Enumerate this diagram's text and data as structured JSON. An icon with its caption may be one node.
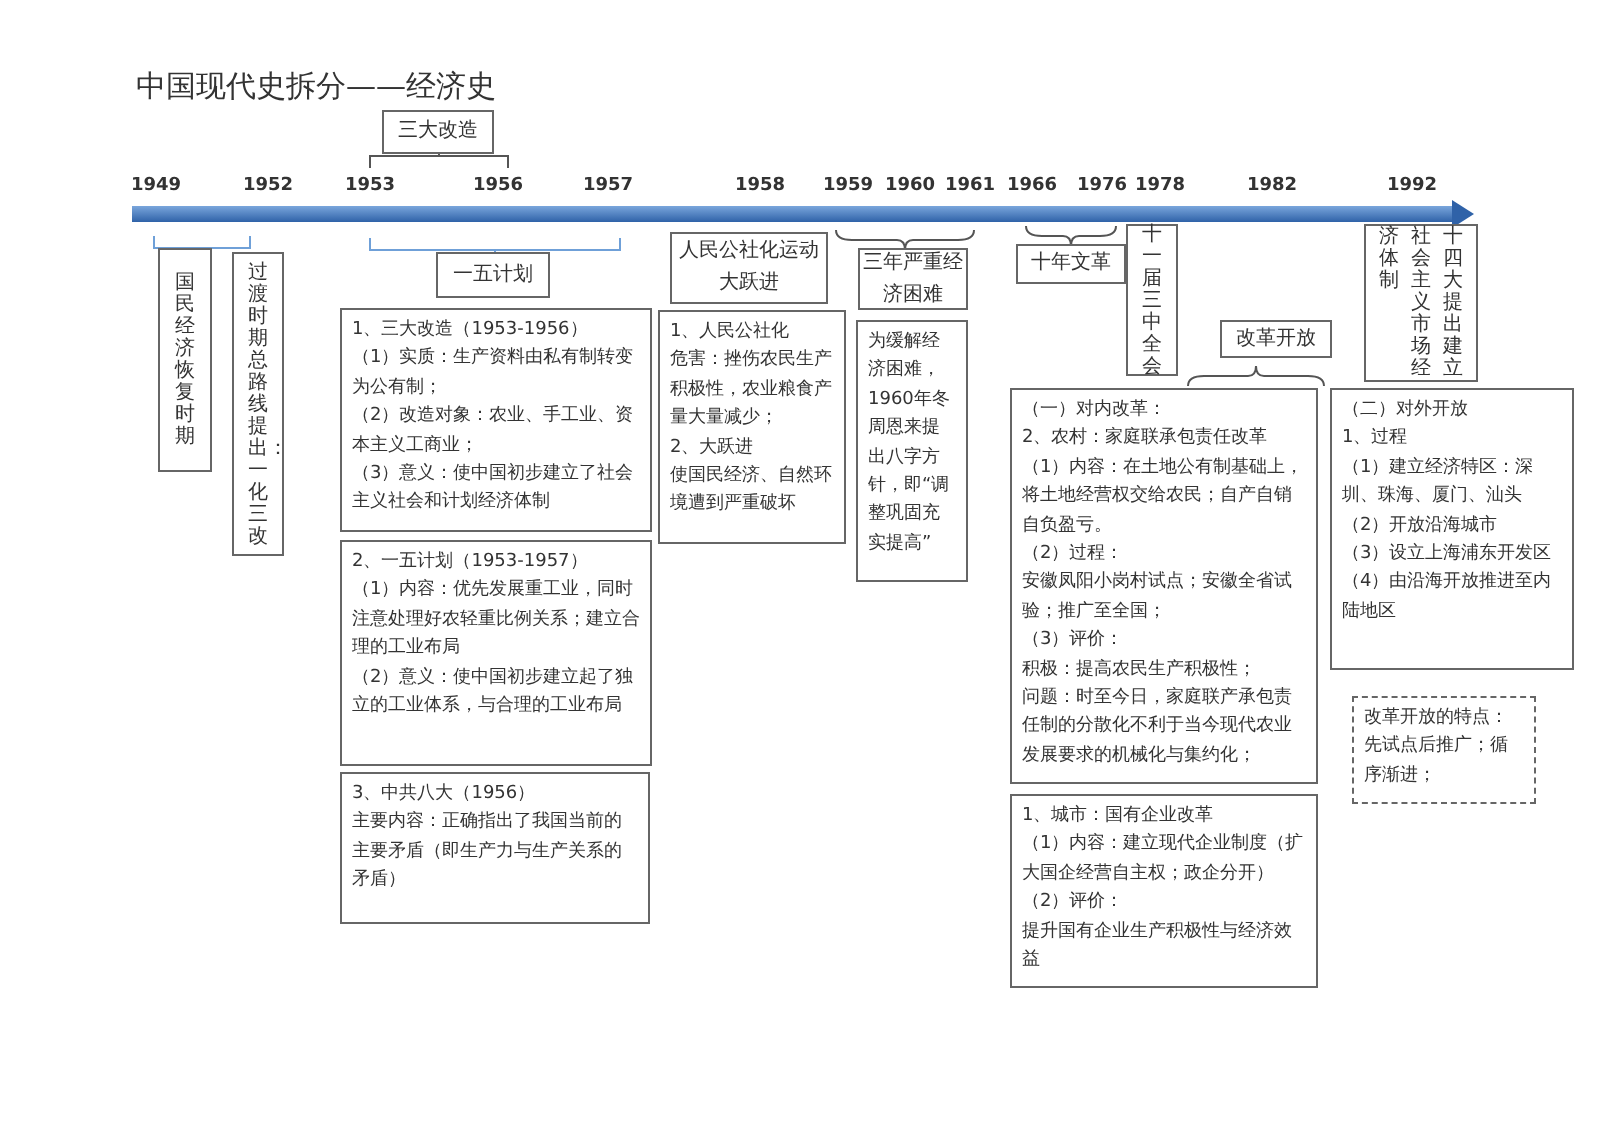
{
  "diagram": {
    "title": "中国现代史拆分——经济史",
    "nodes": [
      {
        "text": [
          "三大改造"
        ]
      },
      {
        "text": [
          "国民经济恢复时期"
        ]
      },
      {
        "text": [
          "过渡时期总路线提出：一化三改"
        ]
      },
      {
        "text": [
          "一五计划"
        ]
      },
      {
        "text": [
          "1、三大改造（1953-1956）",
          "（1）实质：生产资料由私有制转变为公有制；",
          "（2）改造对象：农业、手工业、资本主义工商业；",
          "（3）意义：使中国初步建立了社会主义社会和计划经济体制"
        ]
      },
      {
        "text": [
          "2、一五计划（1953-1957）",
          "（1）内容：优先发展重工业，同时注意处理好农轻重比例关系；建立合理的工业布局",
          "（2）意义：使中国初步建立起了独立的工业体系，与合理的工业布局"
        ]
      },
      {
        "text": [
          "3、中共八大（1956）",
          "主要内容：正确指出了我国当前的主要矛盾（即生产力与生产关系的矛盾）"
        ]
      },
      {
        "text": [
          "人民公社化运动大跃进"
        ]
      },
      {
        "text": [
          "1、人民公社化",
          "危害：挫伤农民生产积极性，农业粮食产量大量减少；",
          "2、大跃进",
          "使国民经济、自然环境遭到严重破坏"
        ]
      },
      {
        "text": [
          "三年严重经济困难"
        ]
      },
      {
        "text": [
          "为缓解经济困难，1960年冬周恩来提出八字方针，即“调整巩固充实提高”"
        ]
      },
      {
        "text": [
          "十年文革"
        ]
      },
      {
        "text": [
          "十一届三中全会"
        ]
      },
      {
        "text": [
          "改革开放"
        ]
      },
      {
        "text": [
          "（一）对内改革：",
          "2、农村：家庭联承包责任改革",
          "（1）内容：在土地公有制基础上，将土地经营权交给农民；自产自销自负盈亏。",
          "（2）过程：",
          "安徽凤阳小岗村试点；安徽全省试验；推广至全国；",
          "（3）评价：",
          "积极：提高农民生产积极性；",
          "问题：时至今日，家庭联产承包责任制的分散化不利于当今现代农业发展要求的机械化与集约化；"
        ]
      },
      {
        "text": [
          "1、城市：国有企业改革",
          "（1）内容：建立现代企业制度（扩大国企经营自主权；政企分开）",
          "（2）评价：",
          "提升国有企业生产积极性与经济效益"
        ]
      },
      {
        "text": [
          "十四大提出建立社会主义市场经济体制"
        ]
      },
      {
        "text": [
          "（二）对外开放",
          "1、过程",
          "（1）建立经济特区：深圳、珠海、厦门、汕头",
          "（2）开放沿海城市",
          "（3）设立上海浦东开发区",
          "（4）由沿海开放推进至内陆地区"
        ]
      },
      {
        "text": [
          "改革开放的特点：先试点后推广；循序渐进；"
        ]
      }
    ],
    "labels": [
      "1949",
      "1952",
      "1953",
      "1956",
      "1957",
      "1958",
      "1959",
      "1960",
      "1961",
      "1966",
      "1976",
      "1978",
      "1982",
      "1992"
    ]
  }
}
